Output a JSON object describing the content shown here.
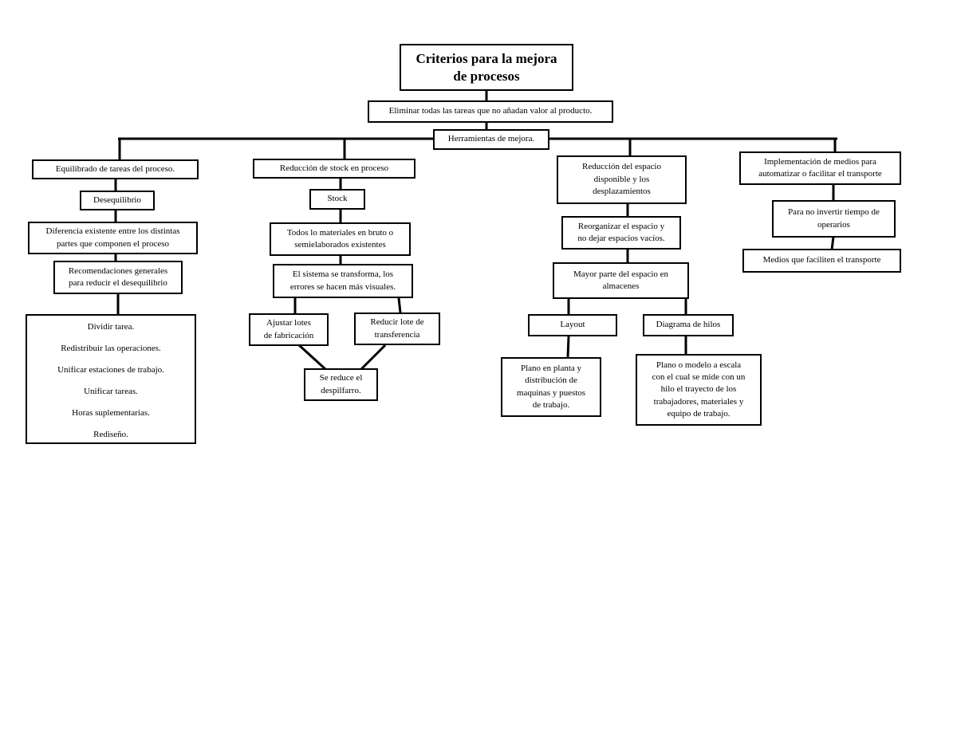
{
  "root": {
    "title": "Criterios para la mejora\nde procesos"
  },
  "intro": "Eliminar todas las tareas que no añadan valor al producto.",
  "tools": "Herramientas de mejora.",
  "branch1": {
    "head": "Equilibrado de tareas del proceso.",
    "n1": "Desequilibrio",
    "n2": "Diferencia existente entre los distintas\npartes que componen el proceso",
    "n3": "Recomendaciones generales\npara reducir el desequilibrio",
    "items": [
      "Dividir tarea.",
      "Redistribuir las operaciones.",
      "Unificar estaciones de trabajo.",
      "Unificar tareas.",
      "Horas suplementarias.",
      "Rediseño."
    ]
  },
  "branch2": {
    "head": "Reducción de stock en proceso",
    "n1": "Stock",
    "n2": "Todos lo materiales en bruto o\nsemielaborados existentes",
    "n3": "El sistema se transforma, los\nerrores se hacen más visuales.",
    "left": "Ajustar lotes\nde fabricación",
    "right": "Reducir lote de\ntransferencia",
    "result": "Se reduce el\ndespilfarro."
  },
  "branch3": {
    "head": "Reducción del espacio\ndisponible y los\ndesplazamientos",
    "n1": "Reorganizar el espacio y\nno dejar espacios vacíos.",
    "n2": "Mayor parte del espacio en\nalmacenes",
    "left": "Layout",
    "right": "Diagrama de hilos",
    "left_desc": "Plano en planta y\ndistribución de\nmaquinas y puestos\nde trabajo.",
    "right_desc": "Plano o modelo a escala\ncon el cual se mide con un\nhilo el trayecto de los\ntrabajadores, materiales y\nequipo de trabajo."
  },
  "branch4": {
    "head": "Implementación de medios para\nautomatizar o facilitar el transporte",
    "n1": "Para no invertir tiempo de\noperarios",
    "n2": "Medios que faciliten el transporte"
  }
}
